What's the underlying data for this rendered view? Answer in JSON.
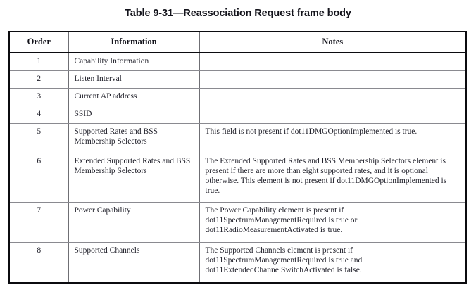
{
  "caption": "Table 9-31—Reassociation Request frame body",
  "table": {
    "columns": {
      "order": "Order",
      "information": "Information",
      "notes": "Notes"
    },
    "rows": [
      {
        "order": "1",
        "information": "Capability Information",
        "notes": ""
      },
      {
        "order": "2",
        "information": "Listen Interval",
        "notes": ""
      },
      {
        "order": "3",
        "information": "Current AP address",
        "notes": ""
      },
      {
        "order": "4",
        "information": "SSID",
        "notes": ""
      },
      {
        "order": "5",
        "information": "Supported Rates and BSS Membership Selectors",
        "notes": "This field is not present if dot11DMGOptionImplemented is true."
      },
      {
        "order": "6",
        "information": "Extended Supported Rates and BSS Membership Selectors",
        "notes": "The Extended Supported Rates and BSS Membership Selectors element is present if there are more than eight supported rates, and it is optional otherwise. This element is not present if dot11DMGOptionImplemented is true."
      },
      {
        "order": "7",
        "information": "Power Capability",
        "notes": "The Power Capability element is present if dot11SpectrumManagementRequired is true or dot11RadioMeasurementActivated is true."
      },
      {
        "order": "8",
        "information": "Supported Channels",
        "notes": "The Supported Channels element is present if dot11SpectrumManagementRequired is true and dot11ExtendedChannelSwitchActivated is false."
      }
    ]
  }
}
